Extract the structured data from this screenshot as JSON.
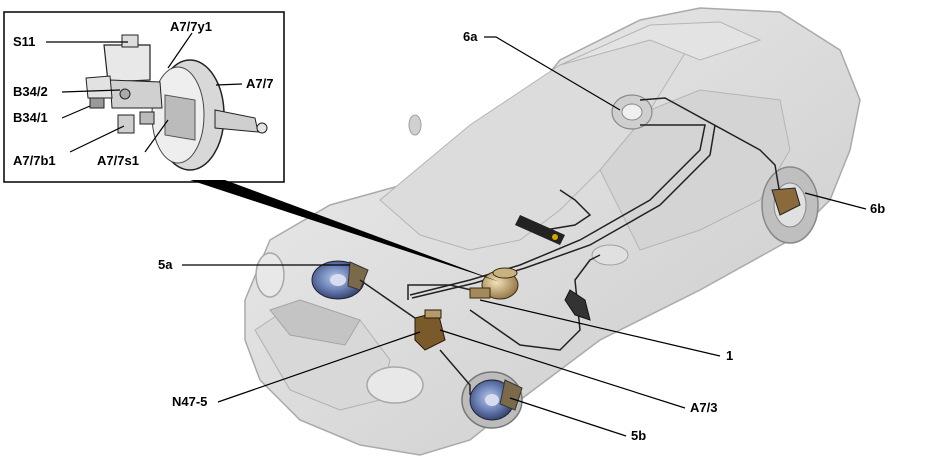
{
  "diagram": {
    "inset_labels": {
      "s11": "S11",
      "a7_7y1": "A7/7y1",
      "b34_2": "B34/2",
      "a7_7": "A7/7",
      "b34_1": "B34/1",
      "a7_7b1": "A7/7b1",
      "a7_7s1": "A7/7s1"
    },
    "car_labels": {
      "l6a": "6a",
      "l6b": "6b",
      "l5a": "5a",
      "l1": "1",
      "n47_5": "N47-5",
      "a7_3": "A7/3",
      "l5b": "5b"
    }
  }
}
